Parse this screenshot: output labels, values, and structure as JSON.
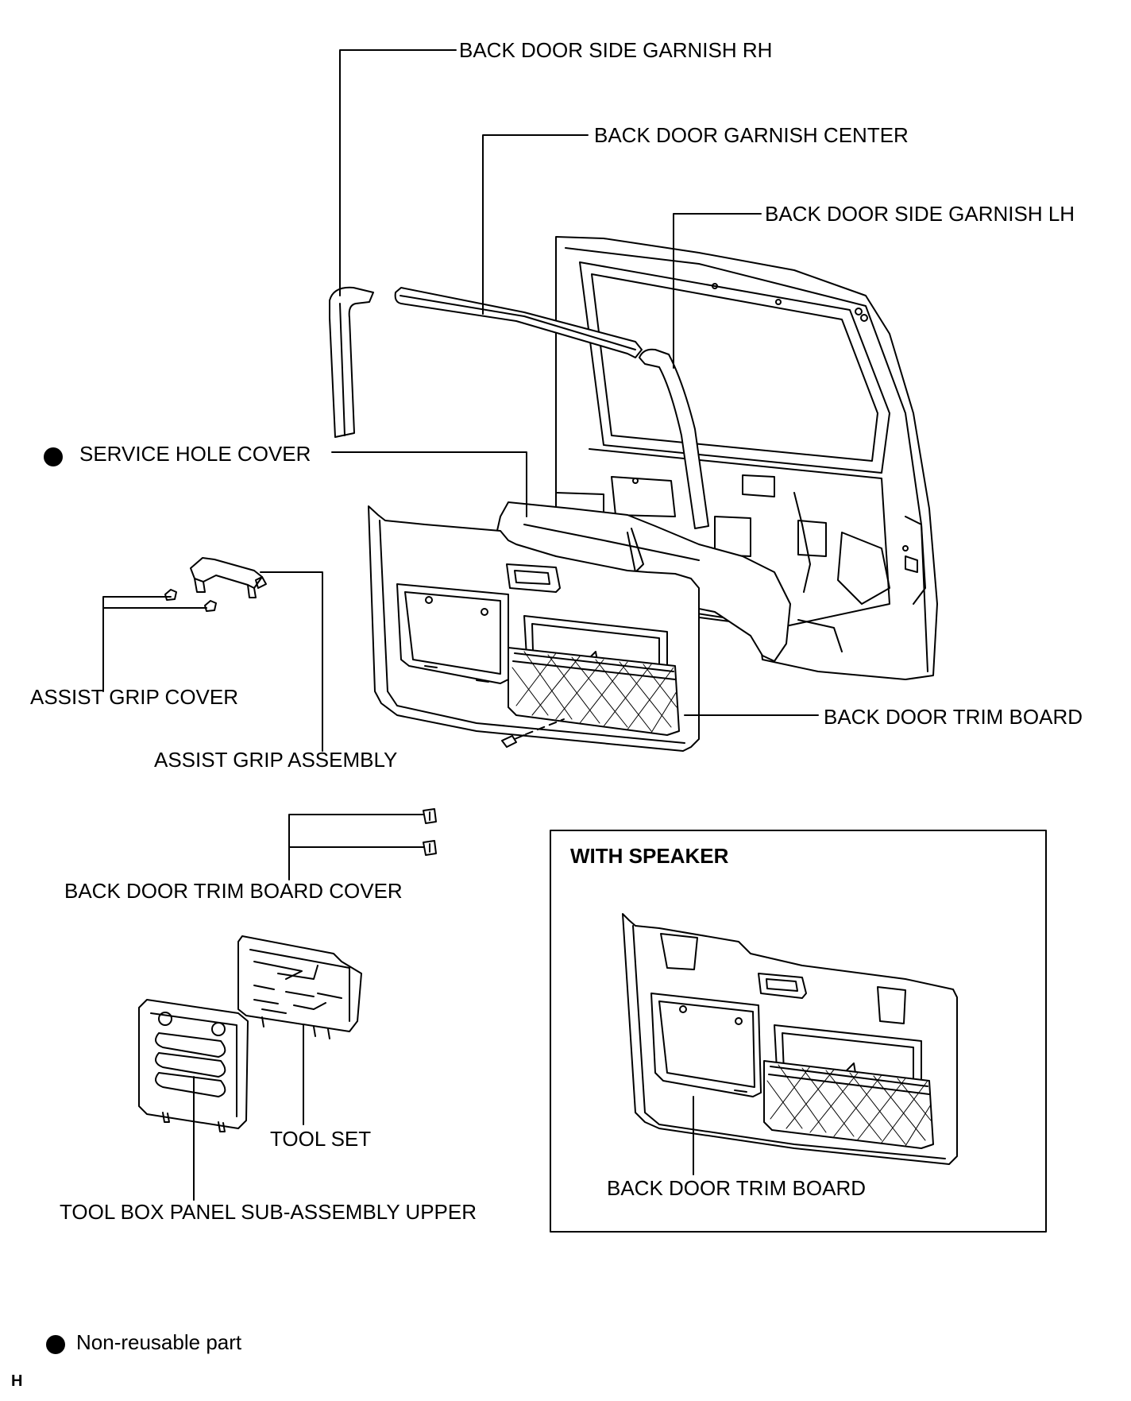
{
  "labels": {
    "side_garnish_rh": "BACK DOOR SIDE GARNISH RH",
    "garnish_center": "BACK DOOR GARNISH CENTER",
    "side_garnish_lh": "BACK DOOR SIDE GARNISH LH",
    "service_hole_cover": "SERVICE HOLE COVER",
    "assist_grip_cover": "ASSIST GRIP COVER",
    "assist_grip_assembly": "ASSIST GRIP ASSEMBLY",
    "trim_board": "BACK DOOR TRIM BOARD",
    "trim_board_cover": "BACK DOOR TRIM BOARD COVER",
    "tool_set": "TOOL SET",
    "tool_box_panel": "TOOL BOX PANEL SUB-ASSEMBLY UPPER"
  },
  "inset": {
    "title": "WITH SPEAKER",
    "trim_board": "BACK DOOR TRIM BOARD"
  },
  "legend": {
    "non_reusable": "Non-reusable part"
  },
  "corner_code": "H"
}
